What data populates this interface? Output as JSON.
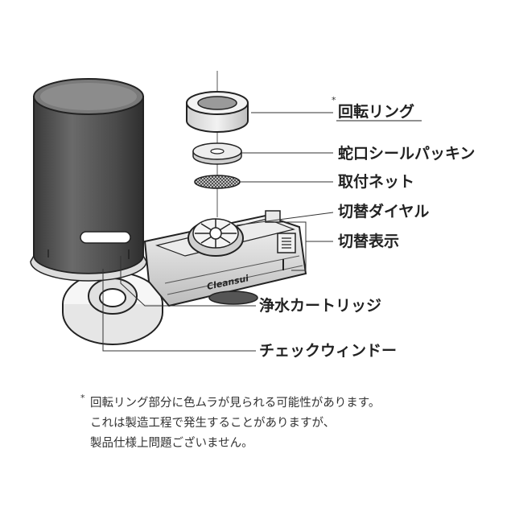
{
  "labels": {
    "rotation_ring": "回転リング",
    "seal_packing": "蛇口シールパッキン",
    "mounting_net": "取付ネット",
    "switch_dial": "切替ダイヤル",
    "switch_display": "切替表示",
    "cartridge": "浄水カートリッジ",
    "check_window": "チェックウィンドー"
  },
  "asterisk": "*",
  "brand": "Cleansui",
  "notes": {
    "marker": "*",
    "line1": "回転リング部分に色ムラが見られる可能性があります。",
    "line2": "これは製造工程で発生することがありますが、",
    "line3": "製品仕様上問題ございません。"
  }
}
